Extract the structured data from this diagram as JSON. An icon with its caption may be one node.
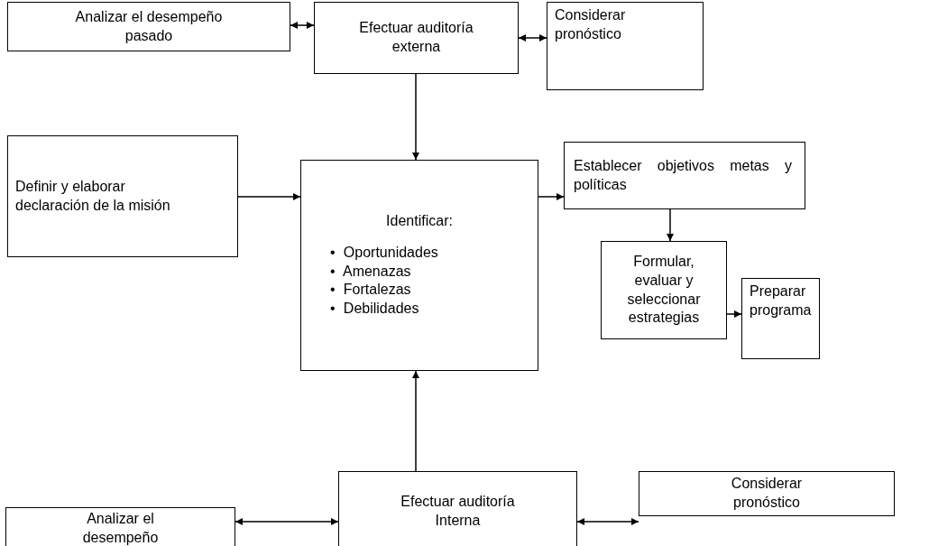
{
  "diagram": {
    "nodes": [
      {
        "text": [
          "Analizar el desempeño pasado"
        ]
      },
      {
        "text": [
          "Efectuar auditoría externa"
        ]
      },
      {
        "text": [
          "Considerar pronóstico"
        ]
      },
      {
        "text": [
          "Definir y elaborar declaración de la misión"
        ]
      },
      {
        "text": [
          "Identificar:",
          "• Oportunidades",
          "• Amenazas",
          "• Fortalezas",
          "• Debilidades"
        ]
      },
      {
        "text": [
          "Establecer objetivos metas y políticas"
        ]
      },
      {
        "text": [
          "Formular, evaluar y seleccionar estrategias"
        ]
      },
      {
        "text": [
          "Preparar programa"
        ]
      },
      {
        "text": [
          "Efectuar auditoría Interna"
        ]
      },
      {
        "text": [
          "Analizar el desempeño"
        ]
      },
      {
        "text": [
          "Considerar pronóstico"
        ]
      }
    ],
    "edges": [
      {
        "from": 0,
        "to": 1,
        "arrow": "both"
      },
      {
        "from": 1,
        "to": 2,
        "arrow": "both"
      },
      {
        "from": 1,
        "to": 4,
        "arrow": "to"
      },
      {
        "from": 3,
        "to": 4,
        "arrow": "to"
      },
      {
        "from": 4,
        "to": 5,
        "arrow": "to"
      },
      {
        "from": 5,
        "to": 6,
        "arrow": "to"
      },
      {
        "from": 6,
        "to": 7,
        "arrow": "to"
      },
      {
        "from": 8,
        "to": 4,
        "arrow": "to"
      },
      {
        "from": 9,
        "to": 8,
        "arrow": "both"
      },
      {
        "from": 8,
        "to": 10,
        "arrow": "both"
      }
    ]
  }
}
